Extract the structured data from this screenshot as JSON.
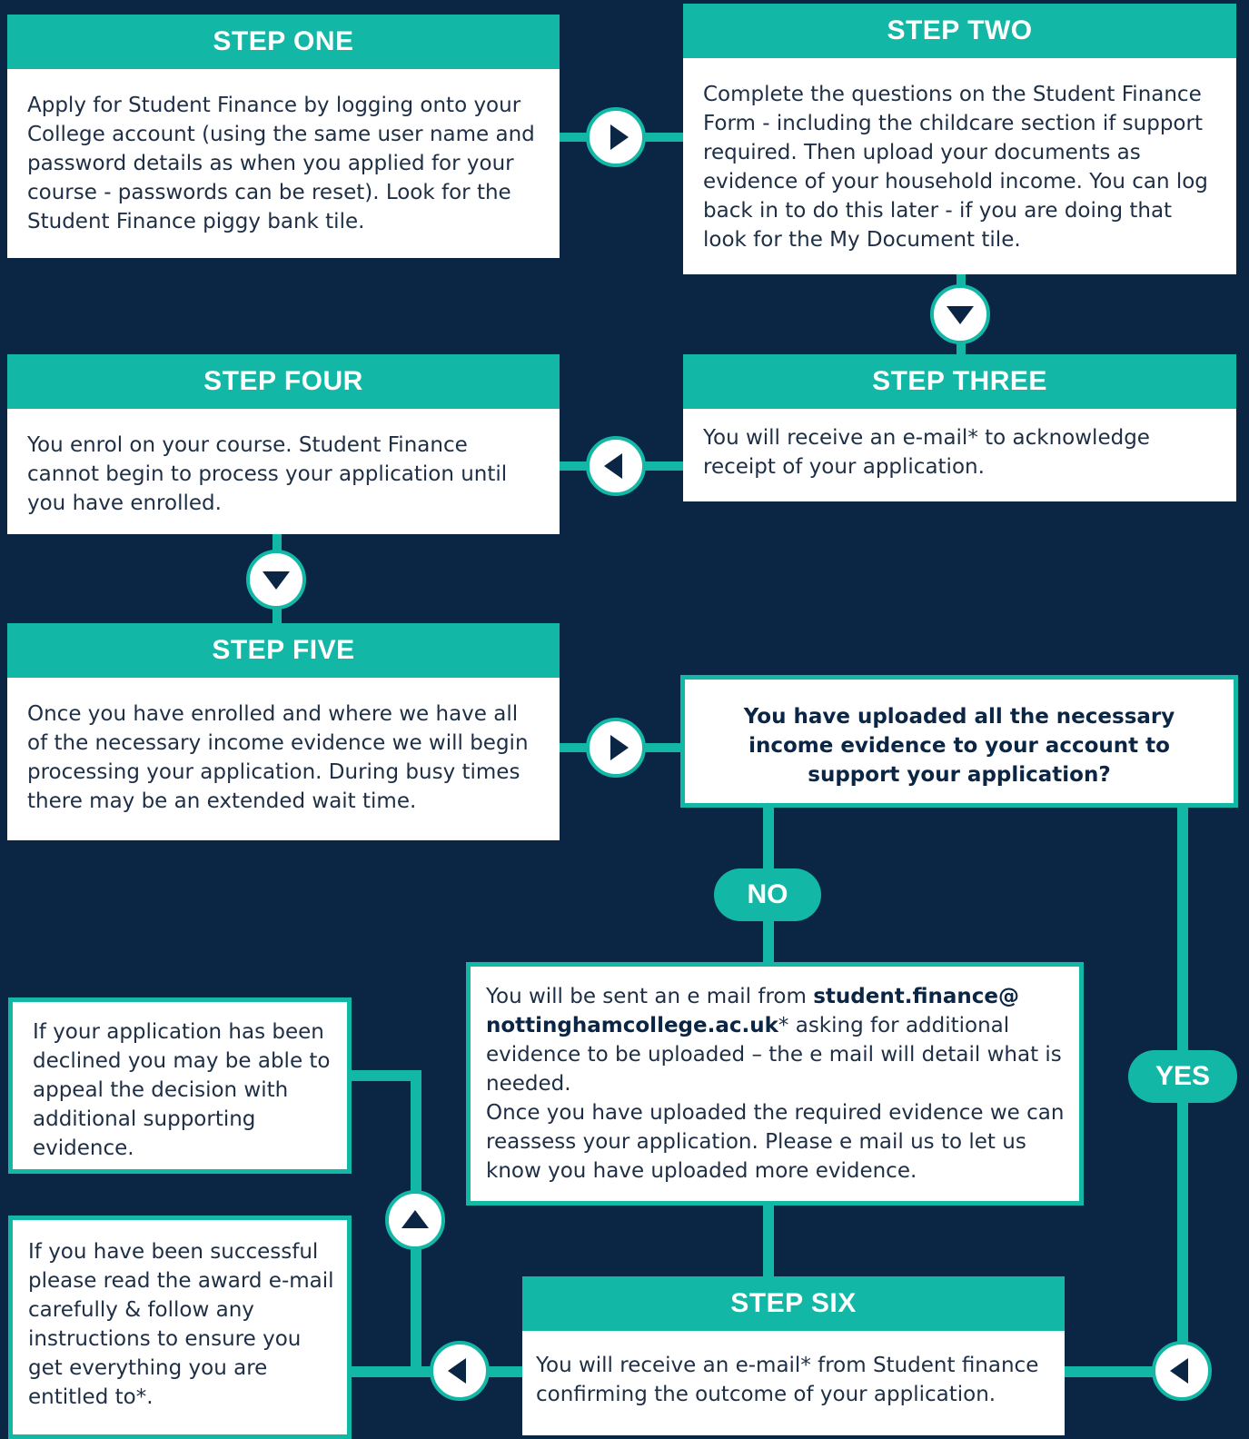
{
  "steps": {
    "one": {
      "title": "STEP ONE",
      "text": "Apply for Student Finance by logging onto your College account (using the same user name and password details as when you applied for your course - passwords can be reset). Look for the Student Finance piggy bank tile."
    },
    "two": {
      "title": "STEP TWO",
      "text": "Complete the questions on the Student Finance Form - including the childcare section if support required. Then upload your documents as evidence of your household income. You can log back in to do this later - if you are doing that look for the My Document tile."
    },
    "three": {
      "title": "STEP THREE",
      "text": "You will receive an e-mail* to acknowledge receipt of your application."
    },
    "four": {
      "title": "STEP FOUR",
      "text": "You enrol on your course. Student Finance cannot begin to process your application until you have enrolled."
    },
    "five": {
      "title": "STEP FIVE",
      "text": "Once you have enrolled and where we have all of the necessary income evidence we will begin processing your application. During busy times there may be an extended wait time."
    },
    "six": {
      "title": "STEP SIX",
      "text": "You will receive an e-mail* from Student finance confirming the outcome of your application."
    }
  },
  "question": "You have uploaded all the necessary income evidence to your account to support your application?",
  "labels": {
    "no": "NO",
    "yes": "YES"
  },
  "no_branch": {
    "prefix": "You will be sent an e mail from ",
    "email_line1": "student.finance@",
    "email_line2": "nottinghamcollege.ac.uk",
    "suffix": "* asking for additional evidence to be uploaded – the e mail will detail what is needed.",
    "second_paragraph": "Once you have uploaded the required evidence we can reassess your application. Please e mail us to let us know you have uploaded more evidence."
  },
  "outcomes": {
    "declined": "If your application has been declined you may be able to appeal the decision with additional supporting evidence.",
    "successful": "If you have been successful please read the award e-mail carefully & follow any instructions to ensure you get everything you are entitled to*."
  },
  "colors": {
    "background": "#0b2545",
    "accent": "#12b8a5",
    "box": "#ffffff",
    "text": "#1e2f45"
  },
  "icons": [
    "arrow-right-icon",
    "arrow-down-icon",
    "arrow-left-icon",
    "arrow-up-icon"
  ]
}
